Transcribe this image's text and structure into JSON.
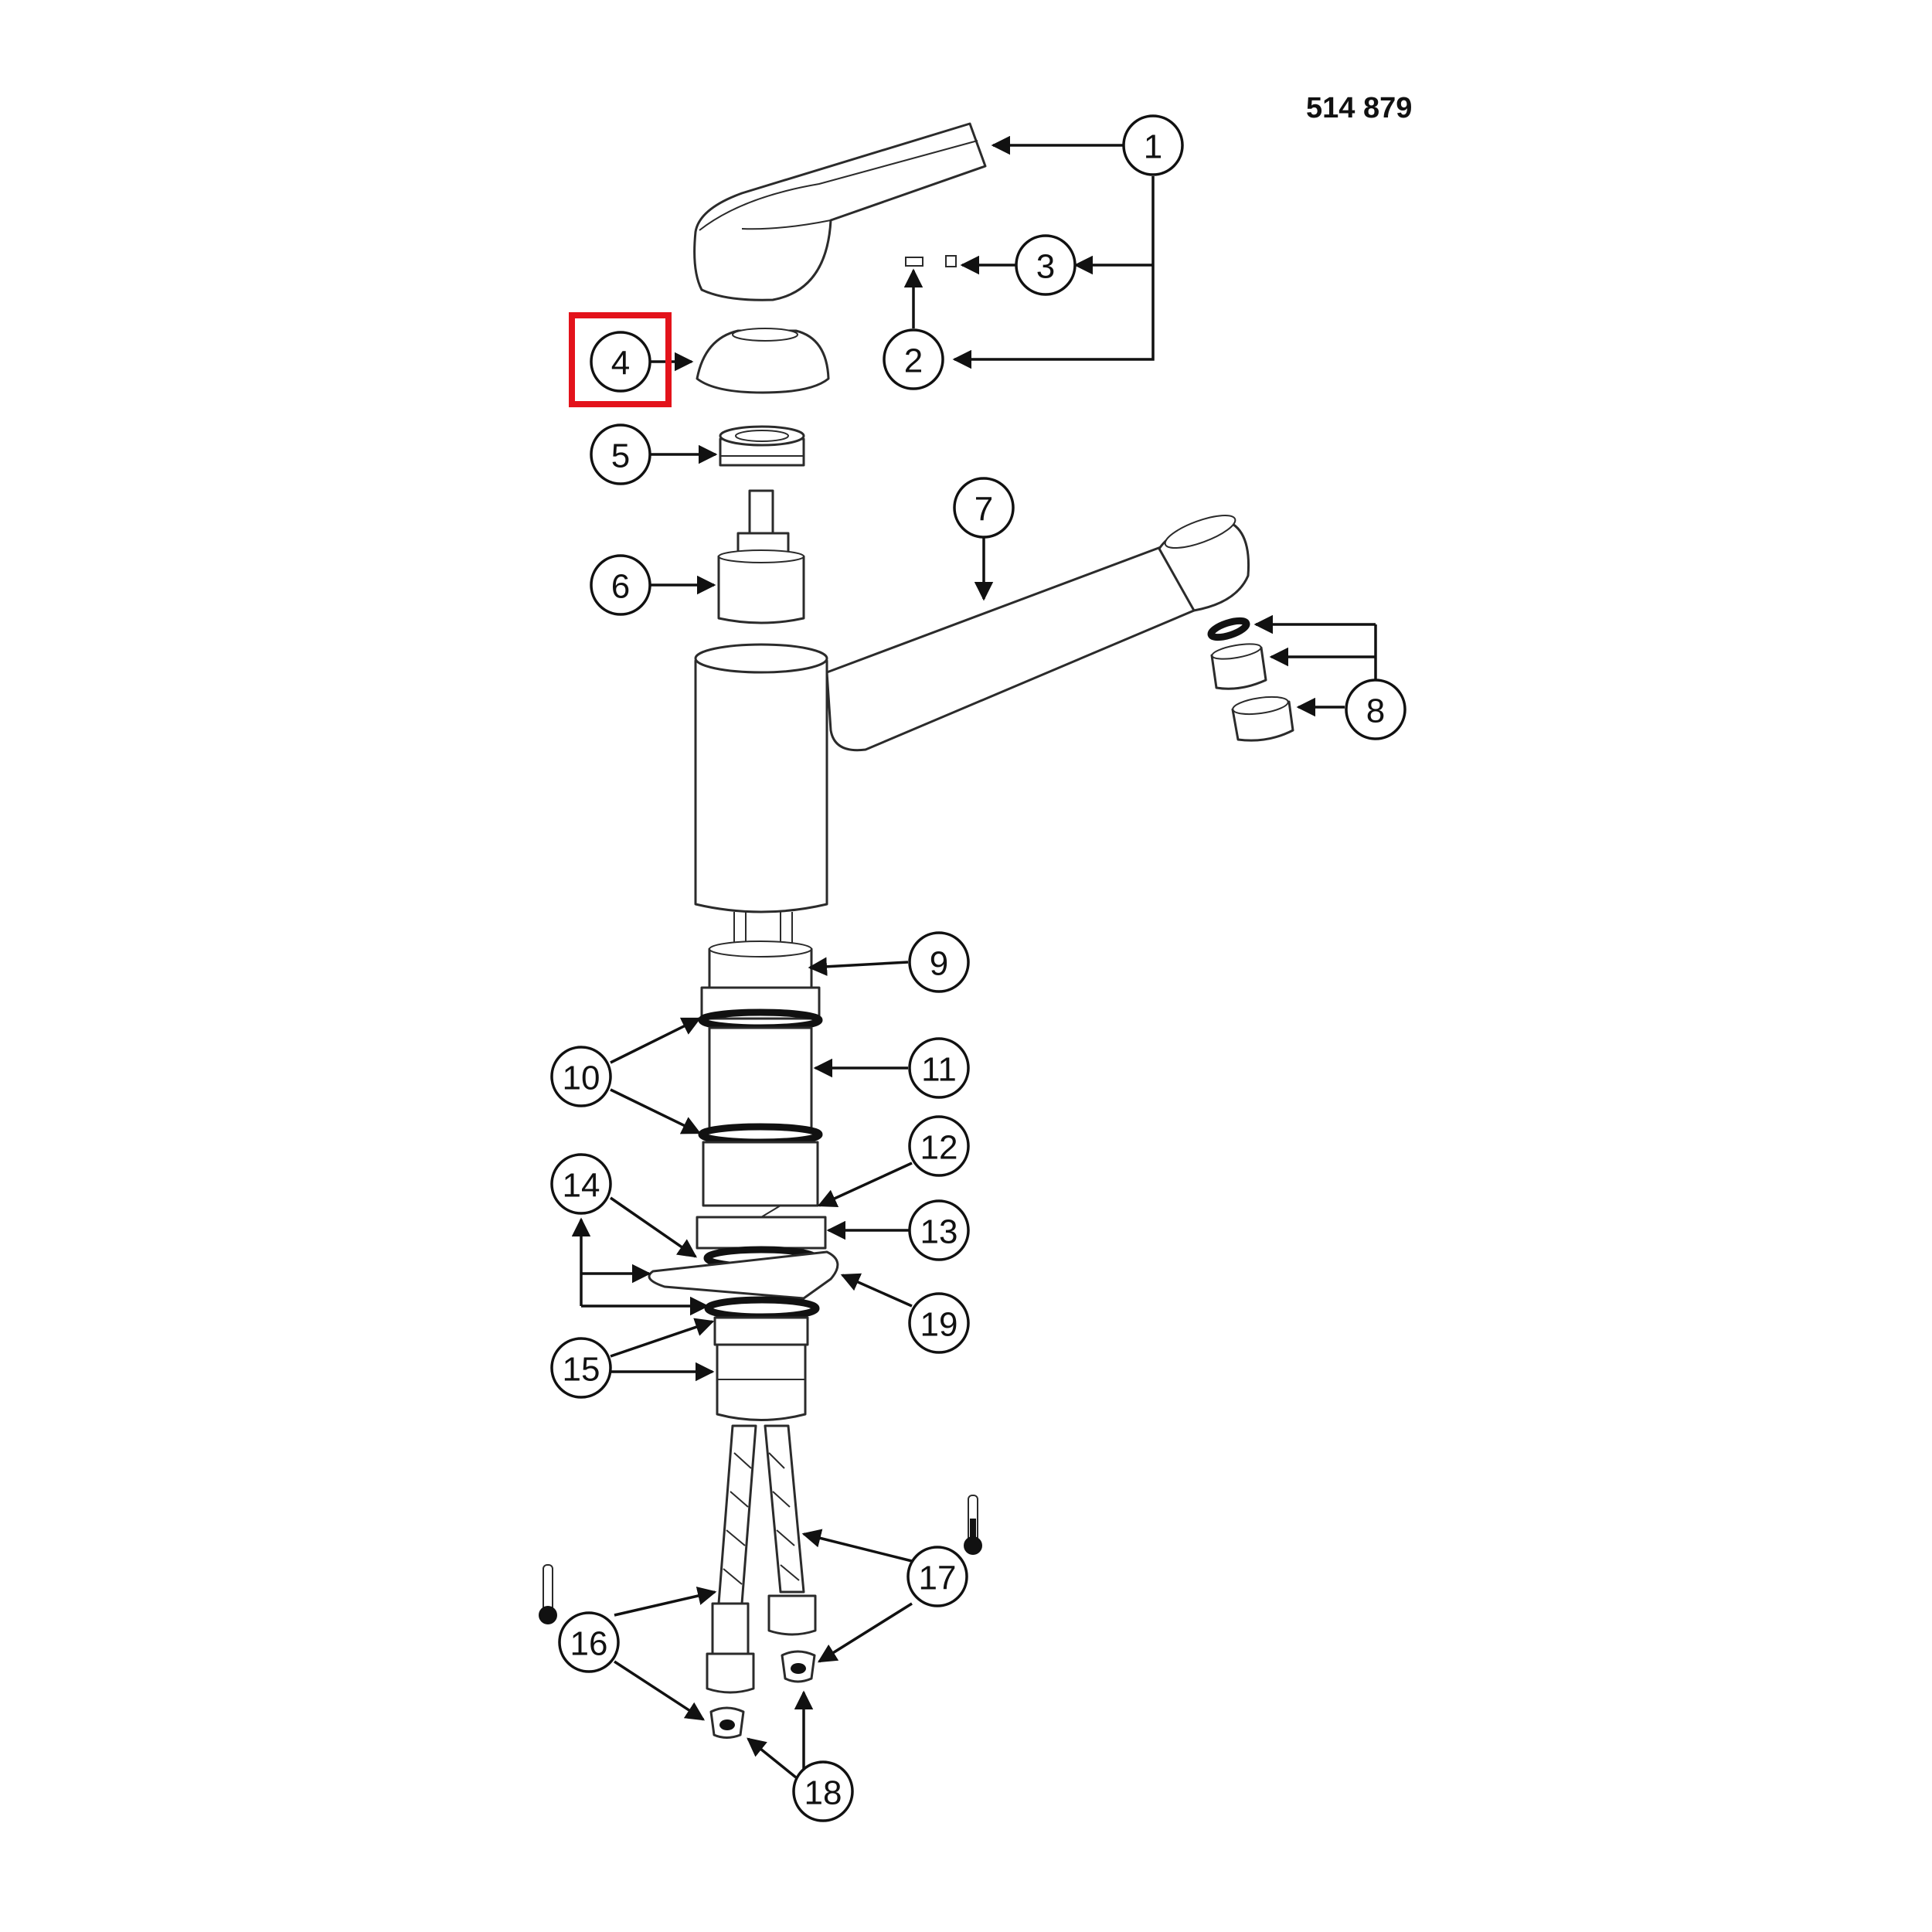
{
  "diagram": {
    "reference_number": "514 879",
    "highlight_color": "#e3131b",
    "highlighted_callout": "4",
    "callouts": [
      {
        "label": "1"
      },
      {
        "label": "2"
      },
      {
        "label": "3"
      },
      {
        "label": "4"
      },
      {
        "label": "5"
      },
      {
        "label": "6"
      },
      {
        "label": "7"
      },
      {
        "label": "8"
      },
      {
        "label": "9"
      },
      {
        "label": "10"
      },
      {
        "label": "11"
      },
      {
        "label": "12"
      },
      {
        "label": "13"
      },
      {
        "label": "14"
      },
      {
        "label": "15"
      },
      {
        "label": "16"
      },
      {
        "label": "17"
      },
      {
        "label": "18"
      },
      {
        "label": "19"
      }
    ]
  }
}
